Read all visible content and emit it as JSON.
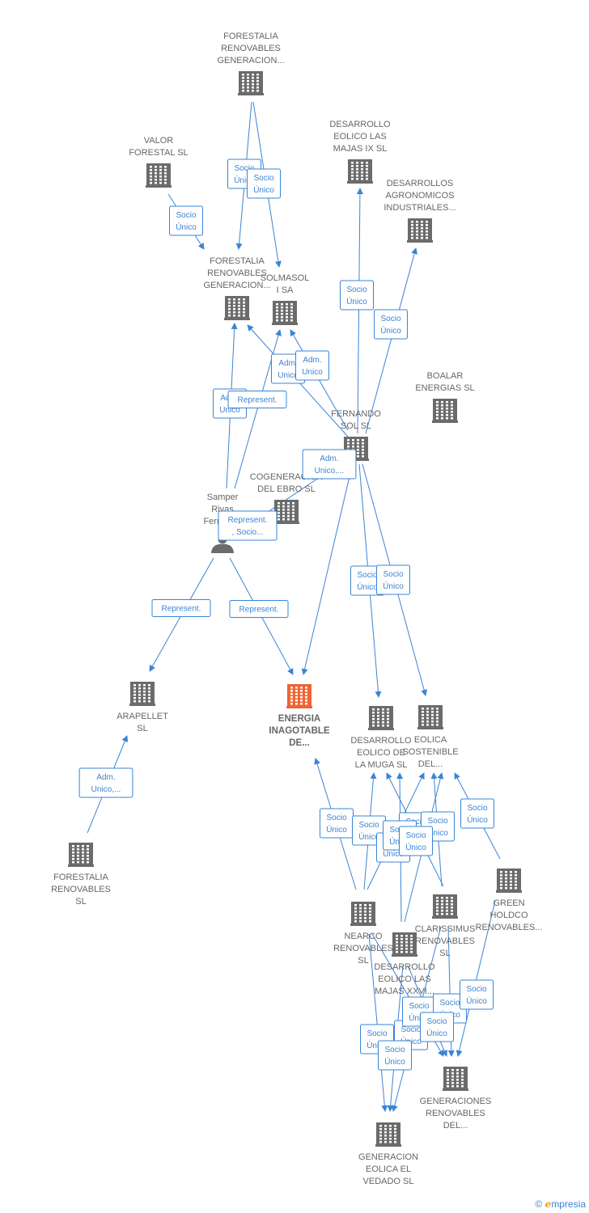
{
  "colors": {
    "company": "#6b6b6b",
    "focus": "#f06434",
    "edge": "#3a84d4",
    "label": "#666666"
  },
  "nodes": [
    {
      "id": "n1",
      "type": "company",
      "lines": [
        "FORESTALIA",
        "RENOVABLES",
        "GENERACION..."
      ]
    },
    {
      "id": "n2",
      "type": "company",
      "lines": [
        "VALOR",
        "FORESTAL SL"
      ]
    },
    {
      "id": "n3",
      "type": "company",
      "lines": [
        "DESARROLLO",
        "EOLICO LAS",
        "MAJAS IX  SL"
      ]
    },
    {
      "id": "n4",
      "type": "company",
      "lines": [
        "DESARROLLOS",
        "AGRONOMICOS",
        "INDUSTRIALES..."
      ]
    },
    {
      "id": "n5",
      "type": "company",
      "lines": [
        "FORESTALIA",
        "RENOVABLES",
        "GENERACION..."
      ]
    },
    {
      "id": "n6",
      "type": "company",
      "lines": [
        "SOLMASOL",
        "I SA"
      ]
    },
    {
      "id": "n7",
      "type": "company",
      "lines": [
        "BOALAR",
        "ENERGIAS  SL"
      ]
    },
    {
      "id": "n8",
      "type": "company",
      "lines": [
        "FERNANDO",
        "SOL SL"
      ]
    },
    {
      "id": "n9",
      "type": "company",
      "lines": [
        "COGENERACION",
        "DEL EBRO  SL"
      ]
    },
    {
      "id": "n10",
      "type": "person",
      "lines": [
        "Samper",
        "Rivas",
        "Fernando"
      ]
    },
    {
      "id": "n11",
      "type": "company",
      "lines": [
        "ARAPELLET",
        "SL"
      ]
    },
    {
      "id": "n12",
      "type": "focus",
      "lines": [
        "ENERGIA",
        "INAGOTABLE",
        "DE..."
      ]
    },
    {
      "id": "n13",
      "type": "company",
      "lines": [
        "DESARROLLO",
        "EOLICO DE",
        "LA MUGA SL"
      ]
    },
    {
      "id": "n14",
      "type": "company",
      "lines": [
        "EOLICA",
        "SOSTENIBLE",
        "DEL..."
      ]
    },
    {
      "id": "n15",
      "type": "company",
      "lines": [
        "FORESTALIA",
        "RENOVABLES",
        "SL"
      ]
    },
    {
      "id": "n16",
      "type": "company",
      "lines": [
        "GREEN",
        "HOLDCO",
        "RENOVABLES..."
      ]
    },
    {
      "id": "n17",
      "type": "company",
      "lines": [
        "NEARCO",
        "RENOVABLES",
        "SL"
      ]
    },
    {
      "id": "n18",
      "type": "company",
      "lines": [
        "CLARISSIMUS",
        "RENOVABLES",
        "SL"
      ]
    },
    {
      "id": "n19",
      "type": "company",
      "lines": [
        "DESARROLLO",
        "EOLICO LAS",
        "MAJAS XXVI..."
      ]
    },
    {
      "id": "n20",
      "type": "company",
      "lines": [
        "GENERACIONES",
        "RENOVABLES",
        "DEL..."
      ]
    },
    {
      "id": "n21",
      "type": "company",
      "lines": [
        "GENERACION",
        "EOLICA EL",
        "VEDADO SL"
      ]
    }
  ],
  "edges": [
    {
      "from": "n1",
      "to": "n5",
      "lines": [
        "Socio",
        "Único"
      ]
    },
    {
      "from": "n1",
      "to": "n6",
      "lines": [
        "Socio",
        "Único"
      ]
    },
    {
      "from": "n2",
      "to": "n5",
      "lines": [
        "Socio",
        "Único"
      ]
    },
    {
      "from": "n8",
      "to": "n3",
      "lines": [
        "Socio",
        "Único"
      ]
    },
    {
      "from": "n8",
      "to": "n4",
      "lines": [
        "Socio",
        "Único"
      ]
    },
    {
      "from": "n8",
      "to": "n5",
      "lines": [
        "Adm.",
        "Unico"
      ]
    },
    {
      "from": "n8",
      "to": "n6",
      "lines": [
        "Adm.",
        "Unico"
      ]
    },
    {
      "from": "n10",
      "to": "n5",
      "lines": [
        "Adm.",
        "Unico"
      ]
    },
    {
      "from": "n10",
      "to": "n6",
      "lines": [
        "Represent."
      ]
    },
    {
      "from": "n10",
      "to": "n8",
      "lines": [
        "Represent.",
        ", Socio..."
      ]
    },
    {
      "from": "n8",
      "to": "n12",
      "lines": [
        "Adm.",
        "Unico,..."
      ]
    },
    {
      "from": "n8",
      "to": "n13",
      "lines": [
        "Socio",
        "Único"
      ]
    },
    {
      "from": "n8",
      "to": "n14",
      "lines": [
        "Socio",
        "Único"
      ]
    },
    {
      "from": "n10",
      "to": "n11",
      "lines": [
        "Represent."
      ]
    },
    {
      "from": "n10",
      "to": "n12",
      "lines": [
        "Represent."
      ]
    },
    {
      "from": "n15",
      "to": "n11",
      "lines": [
        "Adm.",
        "Unico,..."
      ]
    },
    {
      "from": "n17",
      "to": "n12",
      "lines": [
        "Socio",
        "Único"
      ]
    },
    {
      "from": "n17",
      "to": "n13",
      "lines": [
        "Socio",
        "Único"
      ]
    },
    {
      "from": "n17",
      "to": "n14",
      "lines": [
        "Socio",
        "Único"
      ]
    },
    {
      "from": "n18",
      "to": "n13",
      "lines": [
        "Socio",
        "Único"
      ]
    },
    {
      "from": "n18",
      "to": "n14",
      "lines": [
        "Socio",
        "Único"
      ]
    },
    {
      "from": "n19",
      "to": "n13",
      "lines": [
        "Socio",
        "Único"
      ]
    },
    {
      "from": "n19",
      "to": "n14",
      "lines": [
        "Socio",
        "Único"
      ]
    },
    {
      "from": "n16",
      "to": "n14",
      "lines": [
        "Socio",
        "Único"
      ]
    },
    {
      "from": "n17",
      "to": "n21",
      "lines": [
        "Socio",
        "Único"
      ]
    },
    {
      "from": "n18",
      "to": "n21",
      "lines": [
        "Socio",
        "Único"
      ]
    },
    {
      "from": "n19",
      "to": "n21",
      "lines": [
        "Socio",
        "Único"
      ]
    },
    {
      "from": "n17",
      "to": "n20",
      "lines": [
        "Socio",
        "Único"
      ]
    },
    {
      "from": "n18",
      "to": "n20",
      "lines": [
        "Socio",
        "Único"
      ]
    },
    {
      "from": "n19",
      "to": "n20",
      "lines": [
        "Socio",
        "Único"
      ]
    },
    {
      "from": "n16",
      "to": "n20",
      "lines": [
        "Socio",
        "Único"
      ]
    }
  ],
  "brand": {
    "copyright": "©",
    "name_first": "e",
    "name_rest": "mpresia"
  }
}
